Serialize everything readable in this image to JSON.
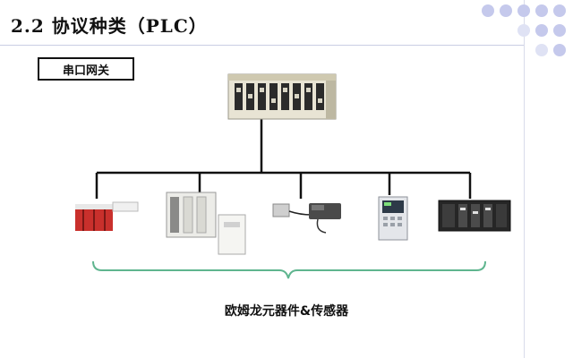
{
  "slide": {
    "title": "2.2 协议种类（PLC）",
    "gateway_label": "串口网关",
    "caption": "欧姆龙元器件&传感器"
  },
  "colors": {
    "brace": "#5fb58f",
    "dots": "#c5c9ec",
    "rule": "#c9cde3"
  },
  "devices": [
    {
      "name": "plc-main-unit-icon"
    },
    {
      "name": "red-io-module-icon"
    },
    {
      "name": "relay-terminal-blocks-icon"
    },
    {
      "name": "photoelectric-sensor-icon"
    },
    {
      "name": "temperature-controller-icon"
    },
    {
      "name": "plc-rack-unit-icon"
    }
  ]
}
